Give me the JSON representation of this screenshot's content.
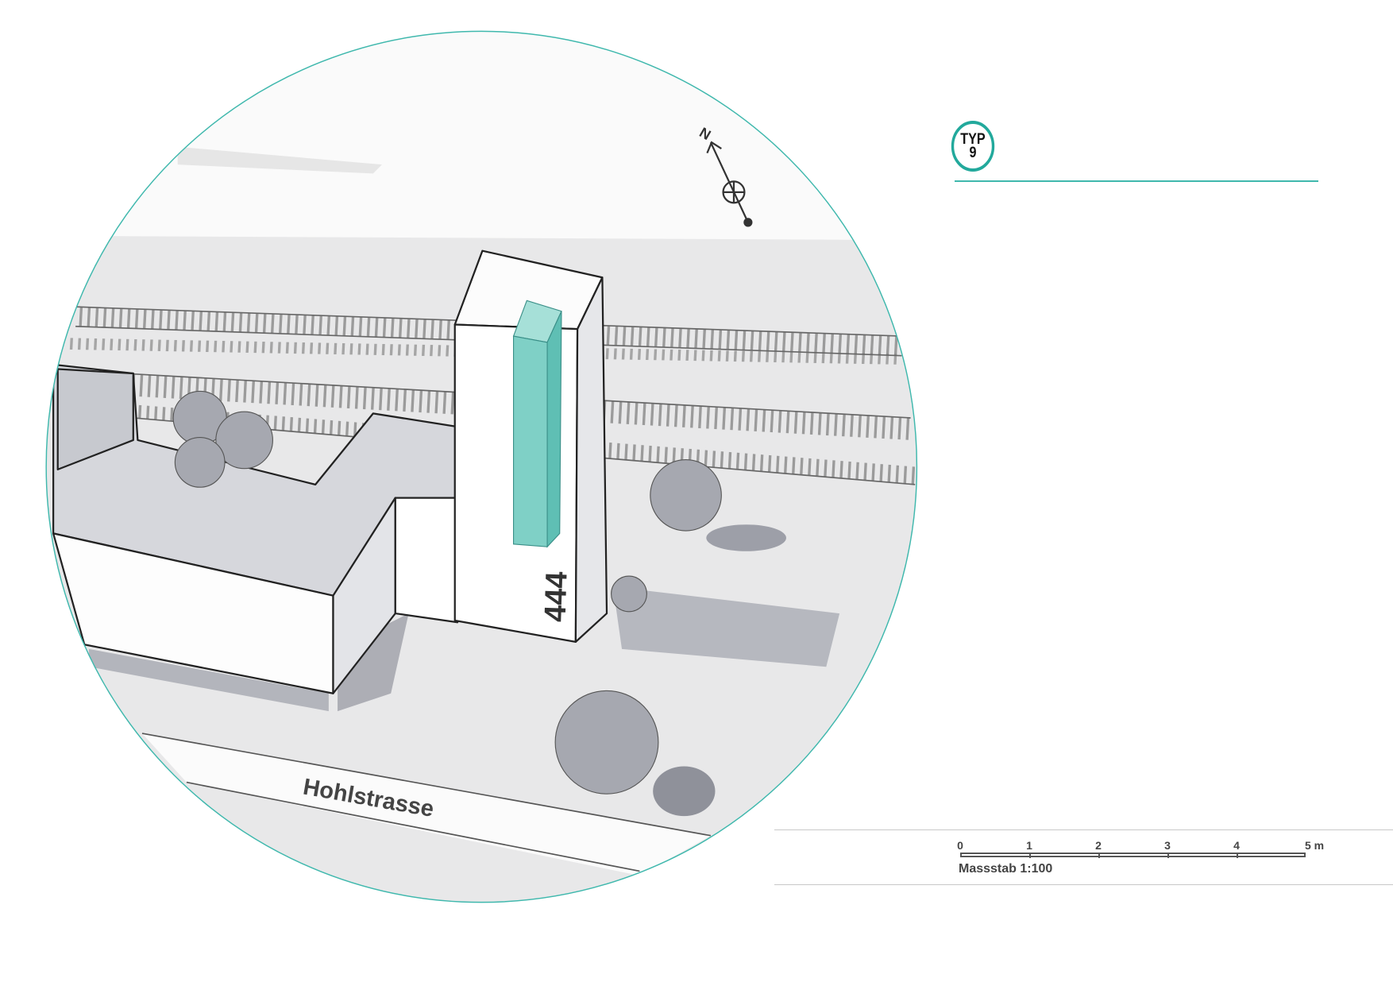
{
  "badge": {
    "line1": "TYP",
    "line2": "9"
  },
  "colors": {
    "accent": "#3fb8ad",
    "teal_facade": "#7fd0c6",
    "ground": "#e9e9ea",
    "shadow": "#a9abb4"
  },
  "illustration": {
    "street_name": "Hohlstrasse",
    "building_number": "444",
    "north_label": "N"
  },
  "scale": {
    "labels": [
      "0",
      "1",
      "2",
      "3",
      "4",
      "5 m"
    ],
    "caption": "Massstab 1:100"
  }
}
